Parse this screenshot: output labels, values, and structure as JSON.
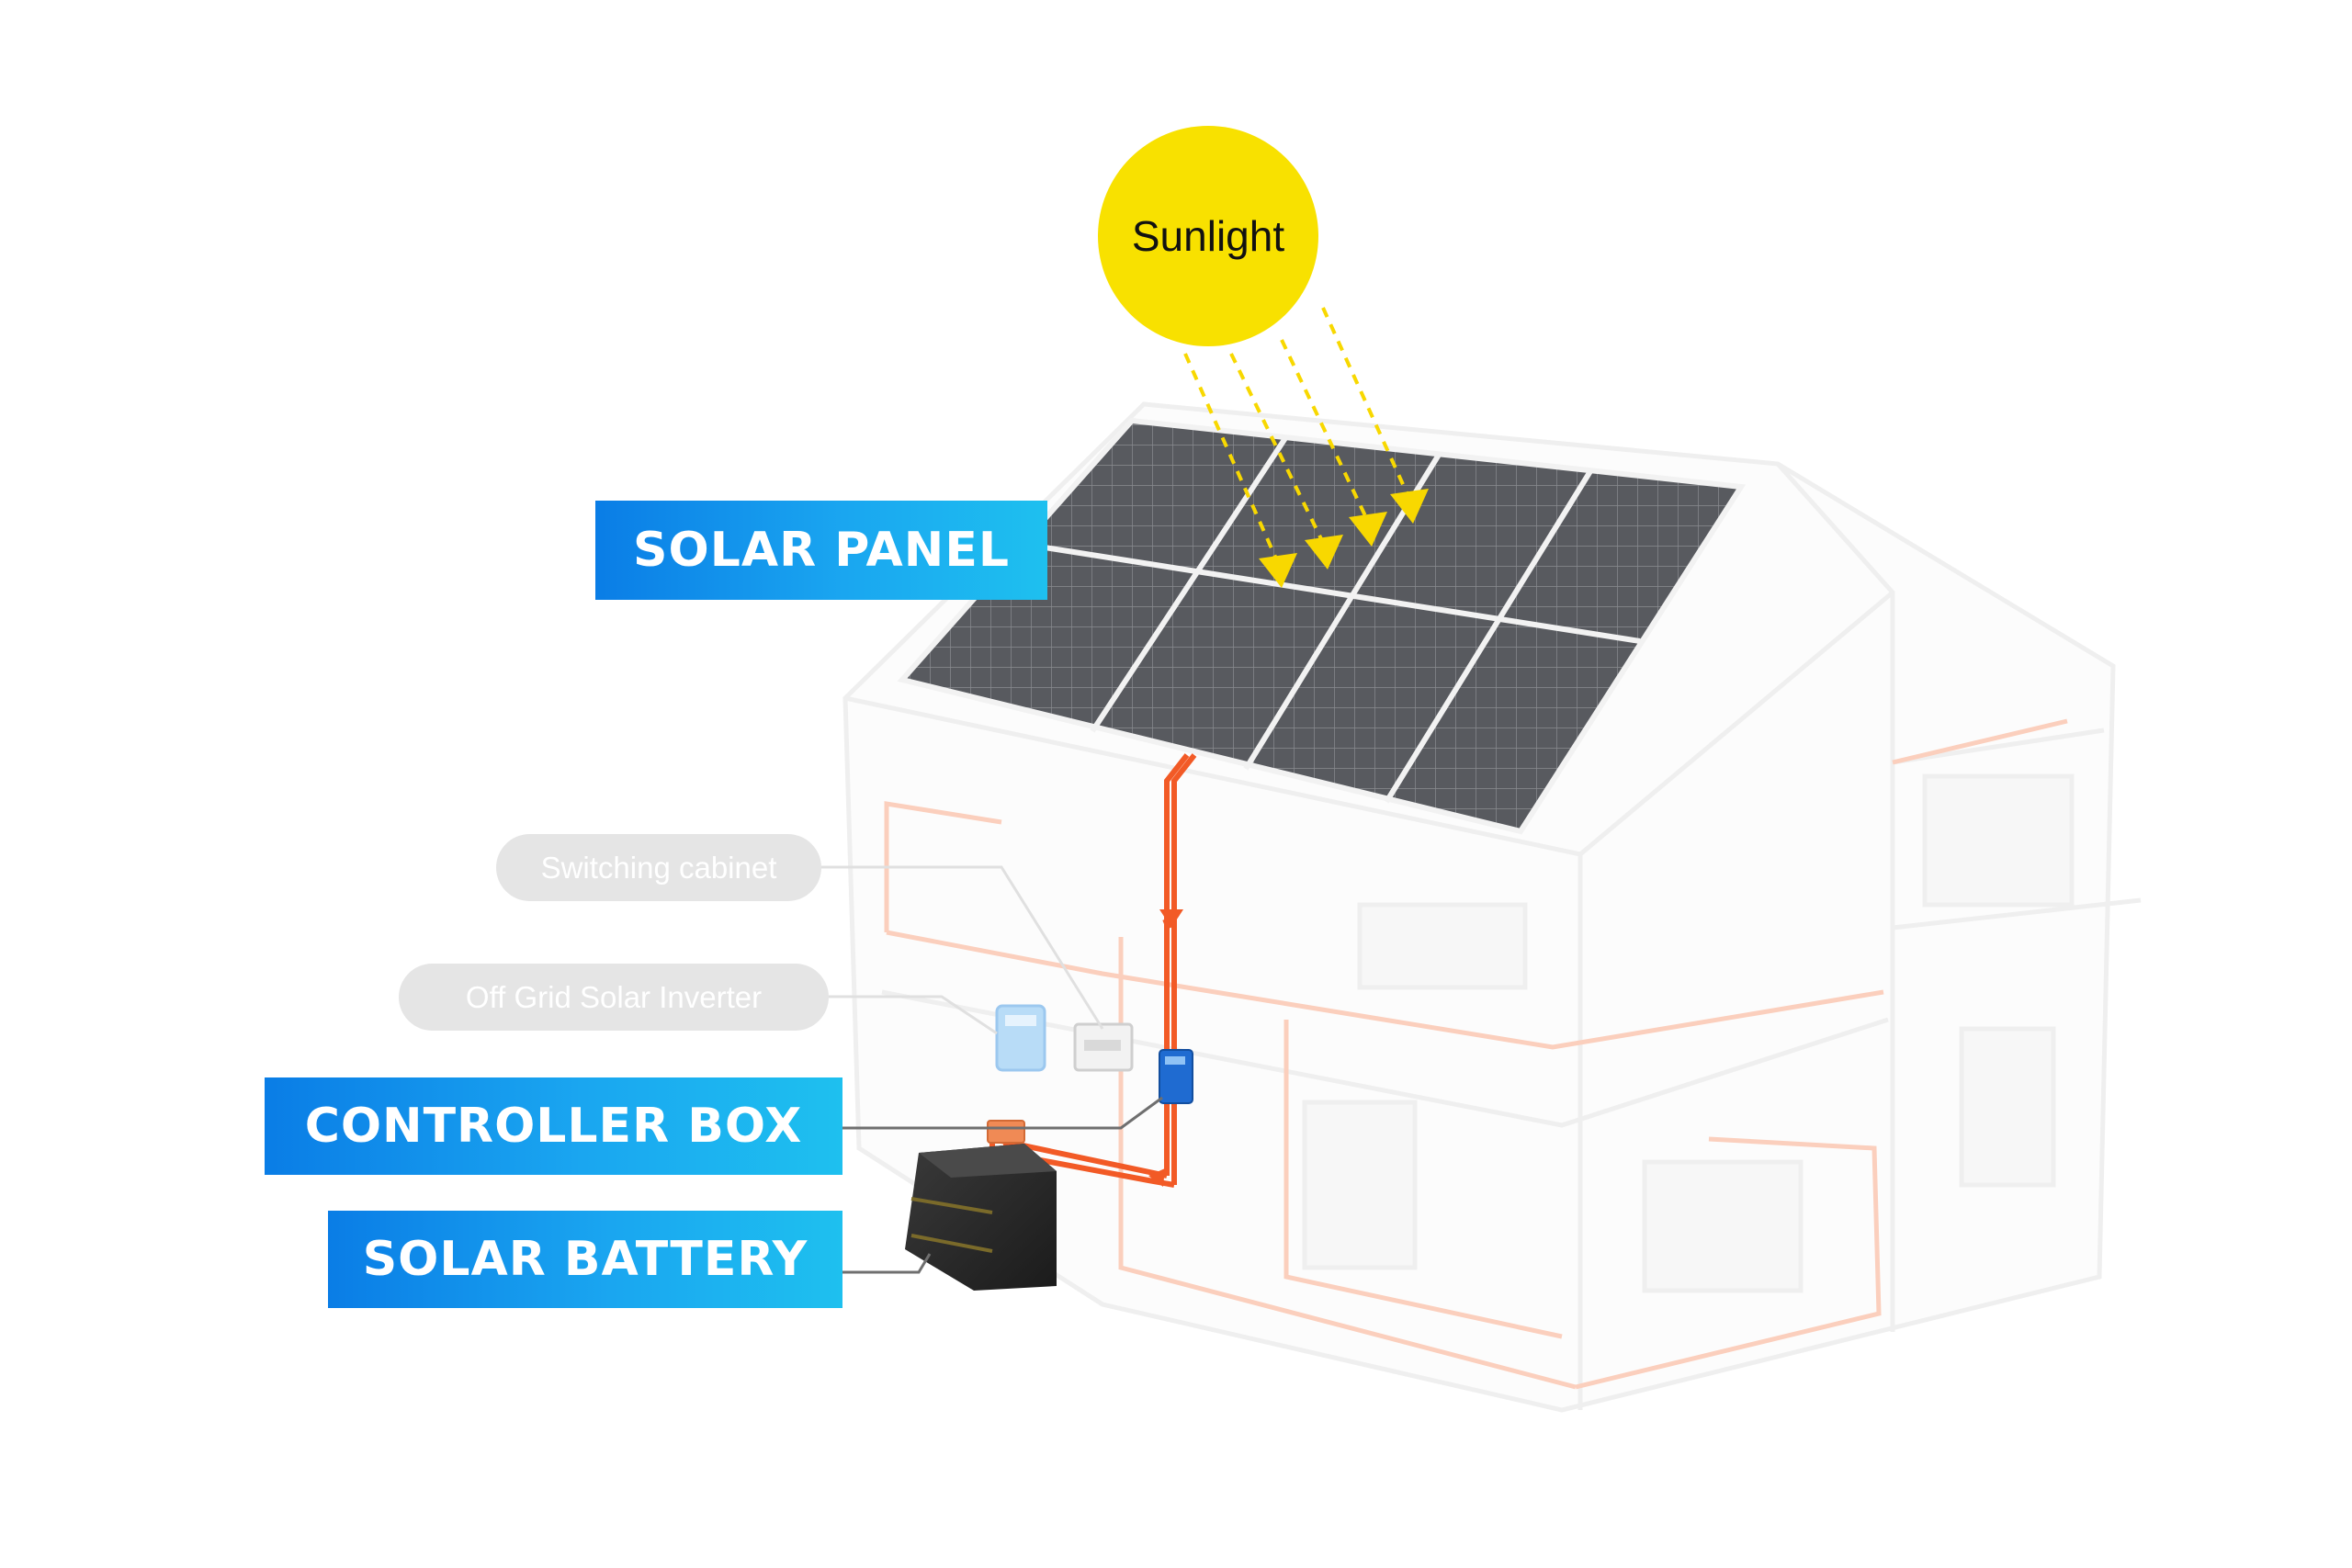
{
  "diagram": {
    "sun_label": "Sunlight",
    "labels": {
      "solar_panel": "SOLAR PANEL",
      "controller_box": "CONTROLLER BOX",
      "solar_battery": "SOLAR BATTERY"
    },
    "pills": {
      "switching_cabinet": "Switching cabinet",
      "inverter": "Off Grid Solar Inverter"
    }
  },
  "colors": {
    "sun": "#f8e100",
    "callout": "#0a7de6",
    "wire": "#f25a26",
    "panel": "#55575c",
    "pill": "#e5e5e5"
  }
}
